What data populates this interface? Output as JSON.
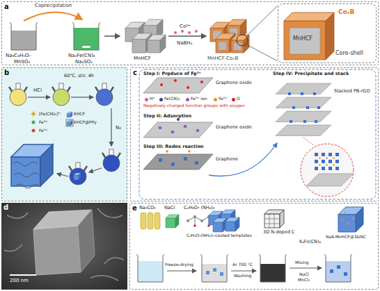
{
  "diagram": {
    "nodes": [
      {
        "text": [
          "a"
        ]
      },
      {
        "text": [
          "CoₓB",
          "MnHCF",
          "Core-shell"
        ],
        "in": 0
      },
      {
        "text": [
          "b"
        ]
      },
      {
        "text": [
          "c"
        ]
      },
      {
        "text": [
          "d"
        ]
      },
      {
        "text": [
          "e"
        ]
      }
    ],
    "labels": [
      "Coprecipitation",
      "Na₃C₆H₅O₇",
      "MnSO₄",
      "Na₄Fe(CN)₆",
      "Na₂SO₄",
      "MnHCF",
      "Co²⁺",
      "NaBH₄",
      "MnHCF-CoₓB",
      "HCl",
      "60°C, stir, 4h",
      "N₂",
      "Step I: Produce of Fe³⁺",
      "Graphene oxide",
      "Negatively charged function groups with oxygen",
      "Step II: Adsorption",
      "Graphene oxide",
      "Step III: Redox reaction",
      "Graphene",
      "Step IV: Precipitate and stack",
      "Stacked PB-rGO",
      "200 nm",
      "Na₂CO₃",
      "NaCl",
      "C₆H₈O₇ (NH₄)₃",
      "C₆H₈O₇(NH₄)₃-coated templates",
      "Freeze-drying",
      "Ar 700 °C",
      "Washing",
      "3D N-doped C",
      "K₄Fe(CN)₆",
      "Mixing",
      "NaCl",
      "MnCl₂",
      "NaK-MnHCF@3DNC"
    ],
    "legend": [
      {
        "text": "[Fe(CN)₆]³⁻"
      },
      {
        "text": "Fe³⁺"
      },
      {
        "text": "Fe²⁺"
      },
      {
        "text": "KHCF"
      },
      {
        "text": "KHCF@PPy"
      },
      {
        "text": "H⁺",
        "color": "#e8559a"
      },
      {
        "text": "Fe(CN)₆",
        "color": "#2f3f9e"
      },
      {
        "text": "Fe³⁺ ion",
        "color": "#8e5cc7"
      },
      {
        "text": "Fe²⁺",
        "color": "#f08c2e"
      },
      {
        "text": "O",
        "color": "#e02020"
      }
    ]
  }
}
